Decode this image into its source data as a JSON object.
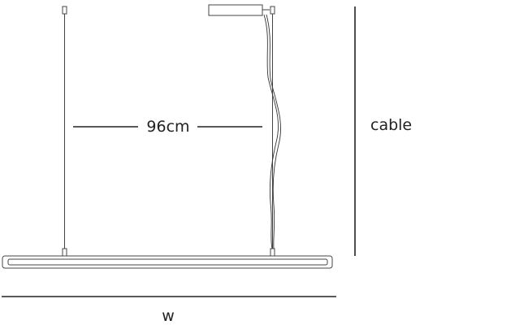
{
  "labels": {
    "spacing": "96cm",
    "cable": "cable",
    "width": "w"
  },
  "colors": {
    "line": "#333333",
    "background": "#ffffff"
  }
}
